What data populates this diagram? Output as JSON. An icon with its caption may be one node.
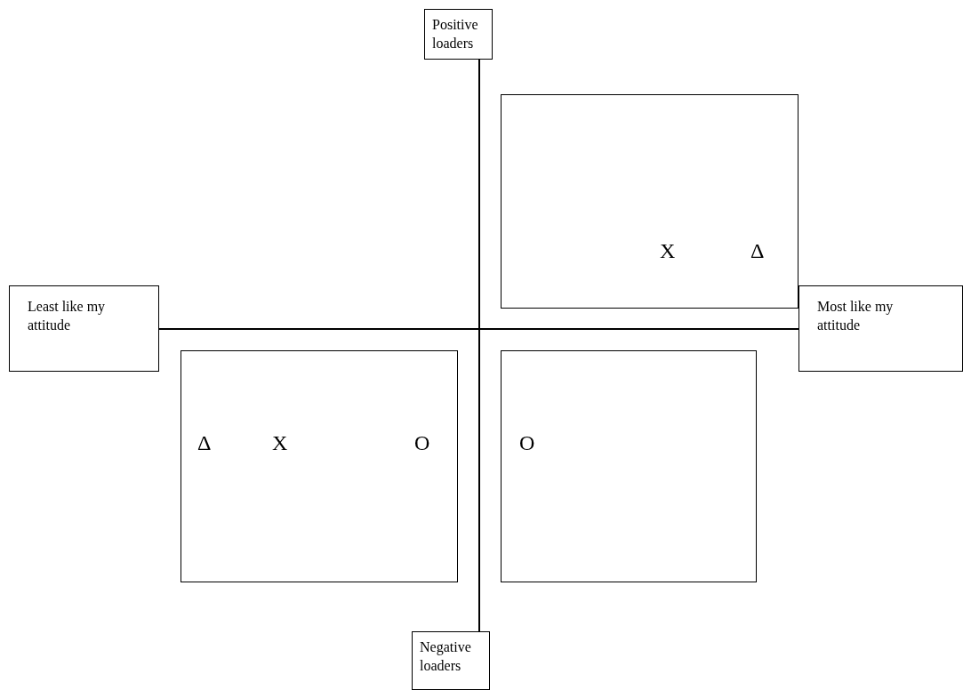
{
  "diagram": {
    "nodes": [
      {
        "text": [
          "Positive loaders"
        ]
      },
      {
        "text": [
          "X",
          "Δ"
        ]
      },
      {
        "text": [
          "Least like my attitude"
        ]
      },
      {
        "text": [
          "Most like my attitude"
        ]
      },
      {
        "text": [
          "Δ",
          "X",
          "O"
        ]
      },
      {
        "text": [
          "O"
        ]
      },
      {
        "text": [
          "Negative loaders"
        ]
      }
    ],
    "edges": [
      {
        "from": 0,
        "to": 6,
        "arrow": "none"
      },
      {
        "from": 2,
        "to": 3,
        "arrow": "none"
      }
    ]
  }
}
